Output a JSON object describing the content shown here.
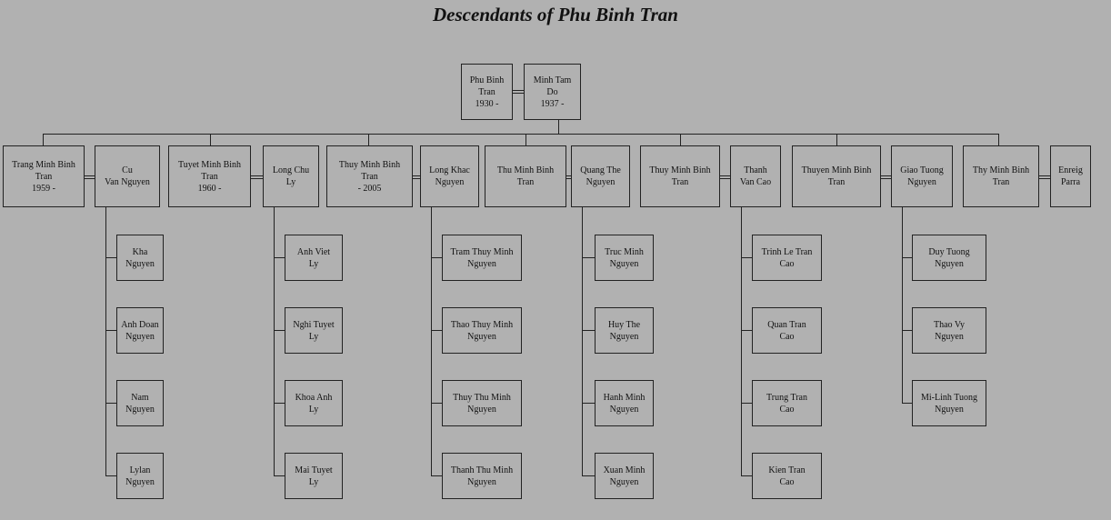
{
  "title": "Descendants of Phu Binh Tran",
  "root": {
    "person": [
      "Phu Binh",
      "Tran",
      "1930 -"
    ],
    "spouse": [
      "Minh Tam",
      "Do",
      "1937 -"
    ]
  },
  "children": [
    {
      "person": [
        "Trang Minh Binh",
        "Tran",
        "1959 -"
      ],
      "spouse": [
        "Cu",
        "Van Nguyen"
      ],
      "kids": [
        [
          "Kha",
          "Nguyen"
        ],
        [
          "Anh Doan",
          "Nguyen"
        ],
        [
          "Nam",
          "Nguyen"
        ],
        [
          "Lylan",
          "Nguyen"
        ]
      ]
    },
    {
      "person": [
        "Tuyet Minh Binh",
        "Tran",
        "1960 -"
      ],
      "spouse": [
        "Long Chu",
        "Ly"
      ],
      "kids": [
        [
          "Anh Viet",
          "Ly"
        ],
        [
          "Nghi Tuyet",
          "Ly"
        ],
        [
          "Khoa Anh",
          "Ly"
        ],
        [
          "Mai Tuyet",
          "Ly"
        ]
      ]
    },
    {
      "person": [
        "Thuy Minh Binh",
        "Tran",
        "- 2005"
      ],
      "spouse": [
        "Long Khac",
        "Nguyen"
      ],
      "kids": [
        [
          "Tram Thuy Minh",
          "Nguyen"
        ],
        [
          "Thao Thuy Minh",
          "Nguyen"
        ],
        [
          "Thuy Thu Minh",
          "Nguyen"
        ],
        [
          "Thanh Thu Minh",
          "Nguyen"
        ]
      ]
    },
    {
      "person": [
        "Thu Minh Binh",
        "Tran"
      ],
      "spouse": [
        "Quang The",
        "Nguyen"
      ],
      "kids": [
        [
          "Truc Minh",
          "Nguyen"
        ],
        [
          "Huy The",
          "Nguyen"
        ],
        [
          "Hanh Minh",
          "Nguyen"
        ],
        [
          "Xuan Minh",
          "Nguyen"
        ]
      ]
    },
    {
      "person": [
        "Thuy Minh Binh",
        "Tran"
      ],
      "spouse": [
        "Thanh",
        "Van Cao"
      ],
      "kids": [
        [
          "Trinh Le Tran",
          "Cao"
        ],
        [
          "Quan Tran",
          "Cao"
        ],
        [
          "Trung Tran",
          "Cao"
        ],
        [
          "Kien Tran",
          "Cao"
        ]
      ]
    },
    {
      "person": [
        "Thuyen Minh Binh",
        "Tran"
      ],
      "spouse": [
        "Giao Tuong",
        "Nguyen"
      ],
      "kids": [
        [
          "Duy Tuong",
          "Nguyen"
        ],
        [
          "Thao Vy",
          "Nguyen"
        ],
        [
          "Mi-Linh Tuong",
          "Nguyen"
        ]
      ]
    },
    {
      "person": [
        "Thy Minh Binh",
        "Tran"
      ],
      "spouse": [
        "Enreig",
        "Parra"
      ],
      "kids": []
    }
  ]
}
